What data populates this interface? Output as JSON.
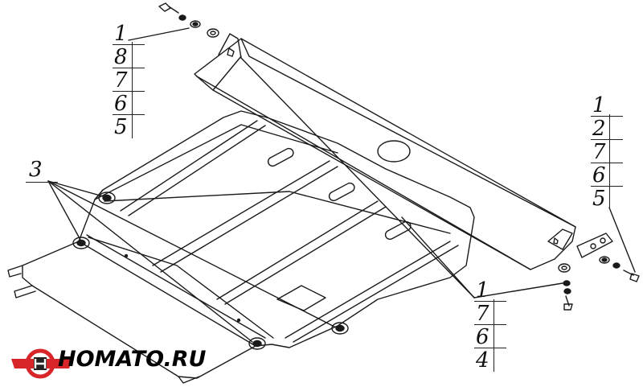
{
  "diagram": {
    "callout_top_left": [
      "1",
      "8",
      "7",
      "6",
      "5"
    ],
    "callout_right": [
      "1",
      "2",
      "7",
      "6",
      "5"
    ],
    "callout_bottom": [
      "1",
      "7",
      "6",
      "4"
    ],
    "label_mounts": "3"
  },
  "logo": {
    "text": "HOMATO.RU",
    "colors": {
      "red": "#d8252a",
      "dark": "#222222"
    }
  },
  "colors": {
    "line": "#1a1a1a",
    "background": "#ffffff"
  }
}
